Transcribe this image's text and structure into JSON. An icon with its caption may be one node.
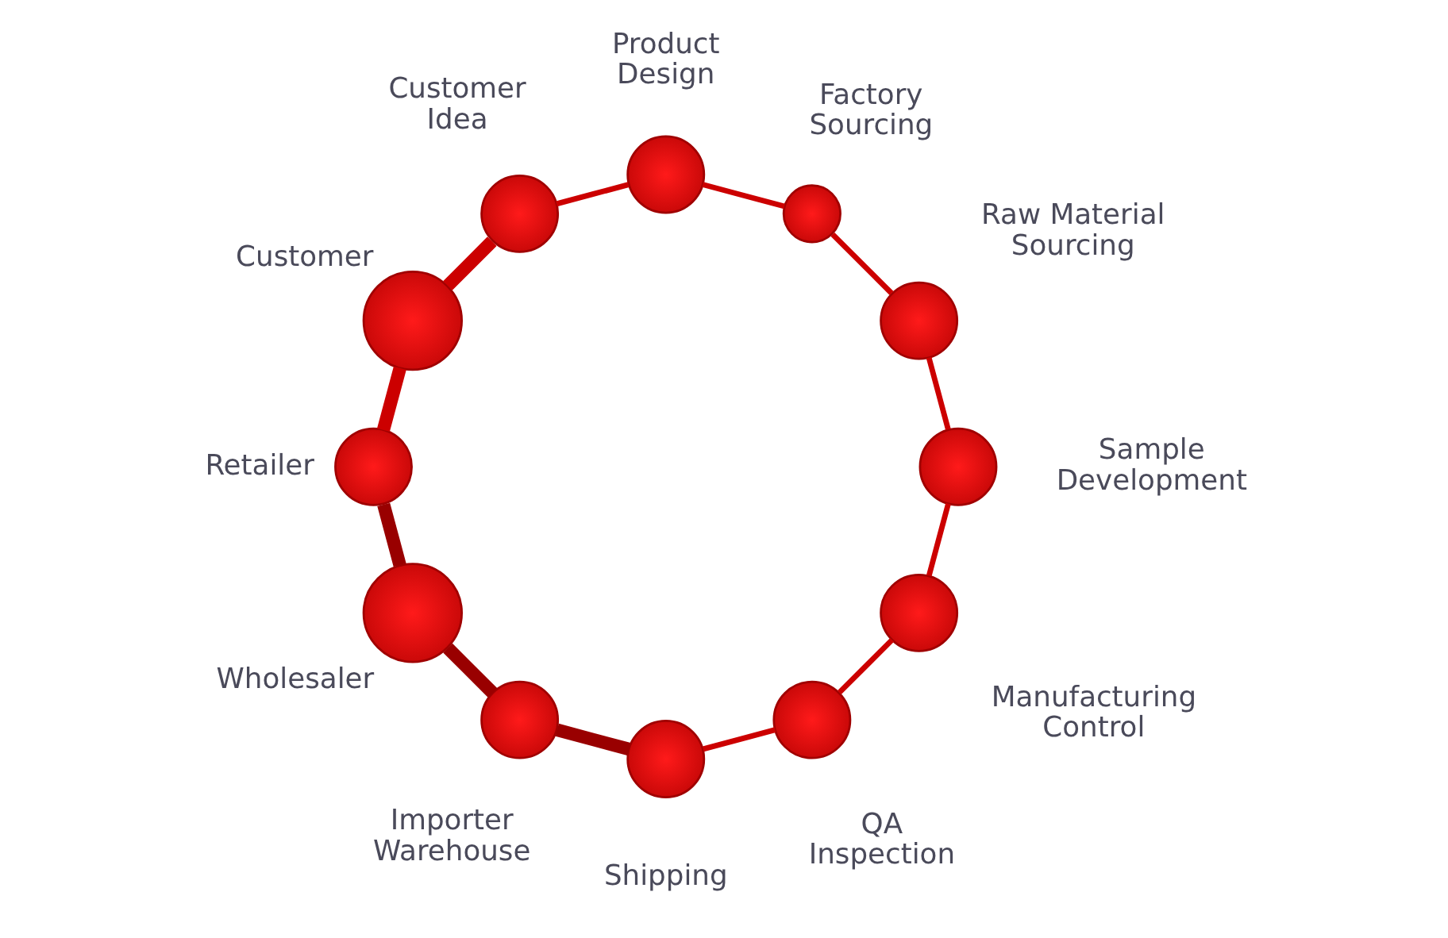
{
  "diagram": {
    "nodes": [
      {
        "text": [],
        "shape": "circle",
        "beside": [
          "Customer Idea"
        ]
      },
      {
        "text": [],
        "shape": "circle",
        "beside": [
          "Product Design"
        ]
      },
      {
        "text": [],
        "shape": "circle",
        "beside": [
          "Factory Sourcing"
        ]
      },
      {
        "text": [],
        "shape": "circle",
        "beside": [
          "Raw Material Sourcing"
        ]
      },
      {
        "text": [],
        "shape": "circle",
        "beside": [
          "Sample Development"
        ]
      },
      {
        "text": [],
        "shape": "circle",
        "beside": [
          "Manufacturing Control"
        ]
      },
      {
        "text": [],
        "shape": "circle",
        "beside": [
          "QA Inspection"
        ]
      },
      {
        "text": [],
        "shape": "circle",
        "beside": [
          "Shipping"
        ]
      },
      {
        "text": [],
        "shape": "circle",
        "beside": [
          "Importer Warehouse"
        ]
      },
      {
        "text": [],
        "shape": "circle",
        "beside": [
          "Wholesaler"
        ]
      },
      {
        "text": [],
        "shape": "circle",
        "beside": [
          "Retailer"
        ]
      },
      {
        "text": [],
        "shape": "circle",
        "beside": [
          "Customer"
        ]
      }
    ],
    "edges": [
      {
        "from": 0,
        "to": 1,
        "arrow": "none"
      },
      {
        "from": 1,
        "to": 2,
        "arrow": "none"
      },
      {
        "from": 2,
        "to": 3,
        "arrow": "none"
      },
      {
        "from": 3,
        "to": 4,
        "arrow": "none"
      },
      {
        "from": 4,
        "to": 5,
        "arrow": "none"
      },
      {
        "from": 5,
        "to": 6,
        "arrow": "none"
      },
      {
        "from": 6,
        "to": 7,
        "arrow": "none"
      },
      {
        "from": 7,
        "to": 8,
        "arrow": "none",
        "style": "thick",
        "color": "#990000"
      },
      {
        "from": 8,
        "to": 9,
        "arrow": "none",
        "style": "thick",
        "color": "#990000"
      },
      {
        "from": 9,
        "to": 10,
        "arrow": "none",
        "style": "thick",
        "color": "#990000"
      },
      {
        "from": 10,
        "to": 11,
        "arrow": "none",
        "style": "thick"
      },
      {
        "from": 11,
        "to": 0,
        "arrow": "none",
        "style": "thick"
      }
    ]
  }
}
